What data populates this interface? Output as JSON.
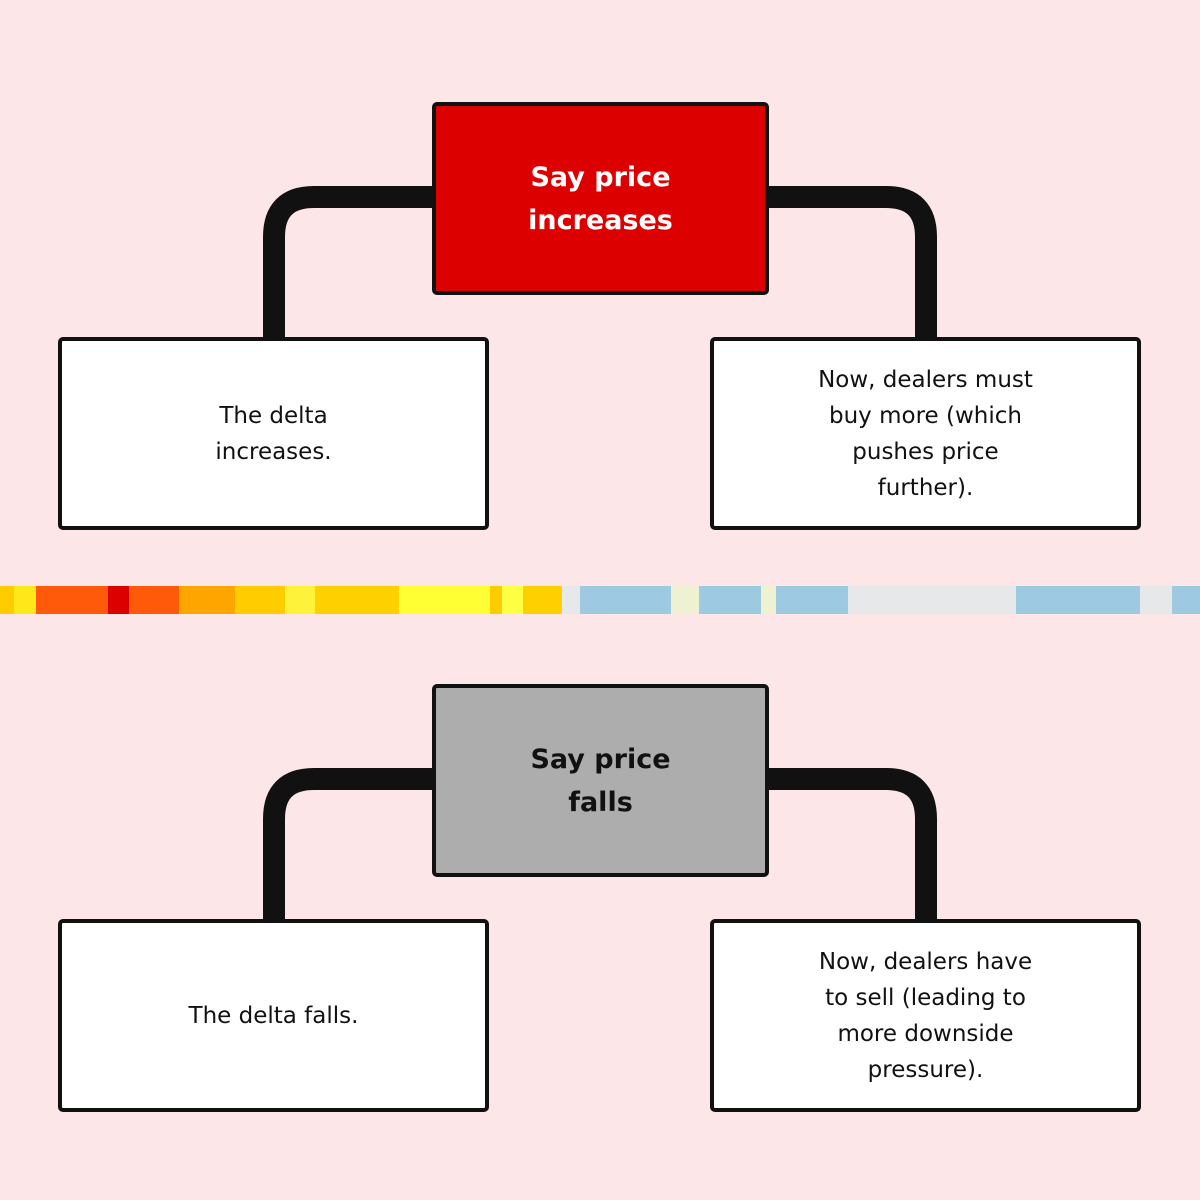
{
  "top_flow": {
    "head": "Say price\nincreases",
    "left": "The delta\nincreases.",
    "right": "Now, dealers must\nbuy more (which\npushes price\nfurther)."
  },
  "bottom_flow": {
    "head": "Say price\nfalls",
    "left": "The delta falls.",
    "right": "Now, dealers have\nto sell (leading to\nmore downside\npressure)."
  },
  "colors": {
    "background": "#fce6e7",
    "increase_head": "#dd0000",
    "fall_head": "#adadad",
    "connector": "#111111",
    "stripe": [
      "#ffcc00",
      "#ff5a0a",
      "#dd0000",
      "#ffa500",
      "#ffe81a",
      "#9ecae1",
      "#eef2d2",
      "#e6e8ea"
    ]
  }
}
